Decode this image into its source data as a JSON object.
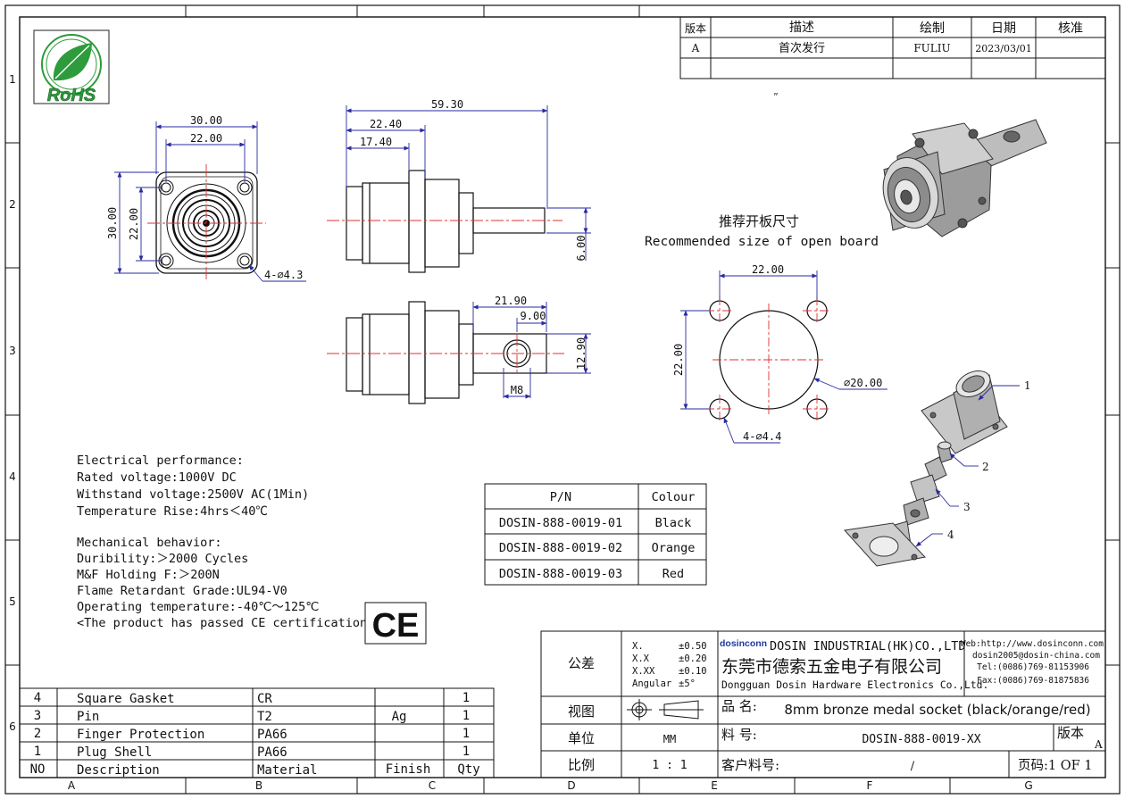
{
  "frame": {
    "col_labels": [
      "A",
      "B",
      "C",
      "D",
      "E",
      "F",
      "G"
    ],
    "row_labels": [
      "1",
      "2",
      "3",
      "4",
      "5",
      "6"
    ]
  },
  "rohs": {
    "text": "RoHS"
  },
  "revision": {
    "headers": [
      "版本",
      "描述",
      "绘制",
      "日期",
      "核准"
    ],
    "rows": [
      [
        "A",
        "首次发行",
        "FULIU",
        "2023/03/01",
        ""
      ]
    ]
  },
  "stray_mark": "”",
  "front_view": {
    "d_30_w": "30.00",
    "d_22_w": "22.00",
    "d_30_h": "30.00",
    "d_22_h": "22.00",
    "holes": "4-∅4.3"
  },
  "side_view": {
    "d_59": "59.30",
    "d_22": "22.40",
    "d_17": "17.40",
    "d_6": "6.00"
  },
  "top_view": {
    "d_21": "21.90",
    "d_9": "9.00",
    "d_12": "12.90",
    "d_m8": "M8"
  },
  "open_board": {
    "title_cn": "推荐开板尺寸",
    "title_en": "Recommended size of open board",
    "d_22_w": "22.00",
    "d_22_h": "22.00",
    "d_20": "∅20.00",
    "holes": "4-∅4.4"
  },
  "explode_labels": [
    "1",
    "2",
    "3",
    "4"
  ],
  "specs": {
    "electrical": [
      "Electrical performance:",
      "Rated voltage:1000V DC",
      "Withstand voltage:2500V AC(1Min)",
      "Temperature Rise:4hrs＜40℃"
    ],
    "mechanical": [
      "Mechanical behavior:",
      "Duribility:＞2000 Cycles",
      "M&F Holding F:＞200N",
      "Flame Retardant Grade:UL94-V0",
      "Operating temperature:-40℃～125℃",
      "<The product has passed CE certification>"
    ]
  },
  "ce_mark": "CE",
  "pn_table": {
    "headers": [
      "P/N",
      "Colour"
    ],
    "rows": [
      [
        "DOSIN-888-0019-01",
        "Black"
      ],
      [
        "DOSIN-888-0019-02",
        "Orange"
      ],
      [
        "DOSIN-888-0019-03",
        "Red"
      ]
    ]
  },
  "bom": {
    "rows": [
      [
        "4",
        "Square Gasket",
        "CR",
        "",
        "1"
      ],
      [
        "3",
        "Pin",
        "T2",
        "Ag",
        "1"
      ],
      [
        "2",
        "Finger Protection",
        "PA66",
        "",
        "1"
      ],
      [
        "1",
        "Plug Shell",
        "PA66",
        "",
        "1"
      ]
    ],
    "header": [
      "NO",
      "Description",
      "Material",
      "Finish",
      "Qty"
    ]
  },
  "title_block": {
    "tol_label": "公差",
    "tolerances": [
      [
        "X.",
        "±0.50"
      ],
      [
        "X.X",
        "±0.20"
      ],
      [
        "X.XX",
        "±0.10"
      ],
      [
        "Angular",
        "±5°"
      ]
    ],
    "brand": "dosinconn",
    "company_en": "DOSIN INDUSTRIAL(HK)CO.,LTD",
    "company_cn": "东莞市德索五金电子有限公司",
    "company_en2": "Dongguan Dosin Hardware Electronics Co.,Ltd.",
    "web": "Web:http://www.dosinconn.com",
    "email": "dosin2005@dosin-china.com",
    "tel": "Tel:(0086)769-81153906",
    "fax": "Fax:(0086)769-81875836",
    "view_label": "视图",
    "unit_label": "单位",
    "unit_value": "MM",
    "scale_label": "比例",
    "scale_value": "1 : 1",
    "name_label": "品  名:",
    "name_value": "8mm bronze medal socket (black/orange/red)",
    "part_label": "料  号:",
    "part_value": "DOSIN-888-0019-XX",
    "version_label": "版本",
    "version_value": "A",
    "customer_label": "客户料号:",
    "customer_value": "/",
    "page_label": "页码:1 OF 1"
  }
}
